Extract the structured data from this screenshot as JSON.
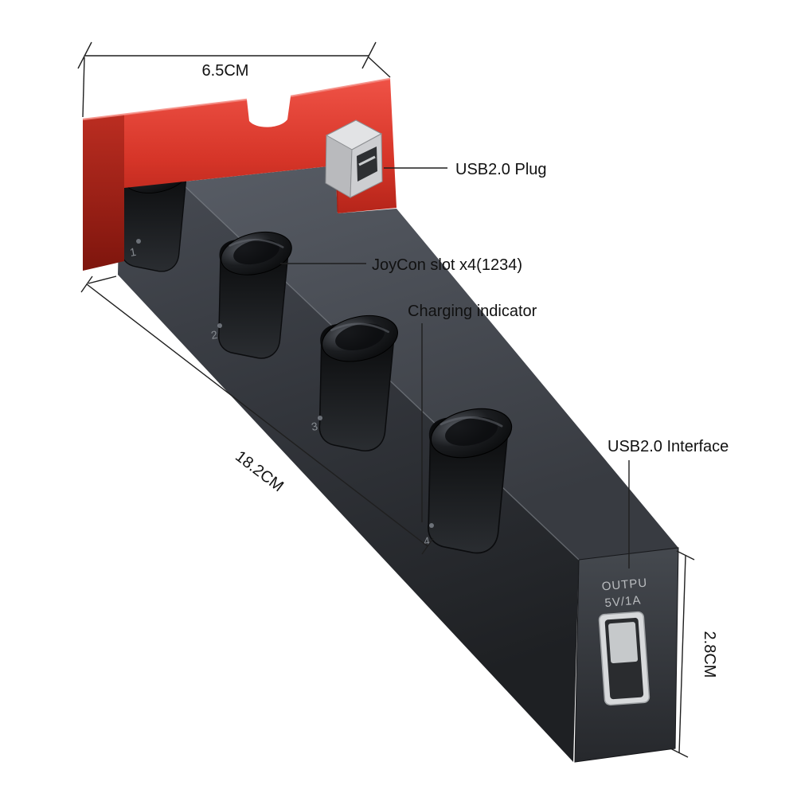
{
  "annotations": {
    "usb_plug": "USB2.0 Plug",
    "joycon_slot": "JoyCon slot x4(1234)",
    "charging_indicator": "Charging indicator",
    "usb_interface": "USB2.0 Interface"
  },
  "dimensions": {
    "top_width": "6.5CM",
    "length": "18.2CM",
    "height": "2.8CM"
  },
  "device": {
    "slot_numbers": [
      "1",
      "2",
      "3",
      "4"
    ],
    "output_label_line1": "OUTPU",
    "output_label_line2": "5V/1A"
  },
  "colors": {
    "background": "#ffffff",
    "red": "#d63528",
    "red_dark": "#7e150d",
    "body": "#33363c",
    "body_top": "#4a4e56",
    "annotation_line": "#1f1f1f",
    "text": "#111111"
  }
}
